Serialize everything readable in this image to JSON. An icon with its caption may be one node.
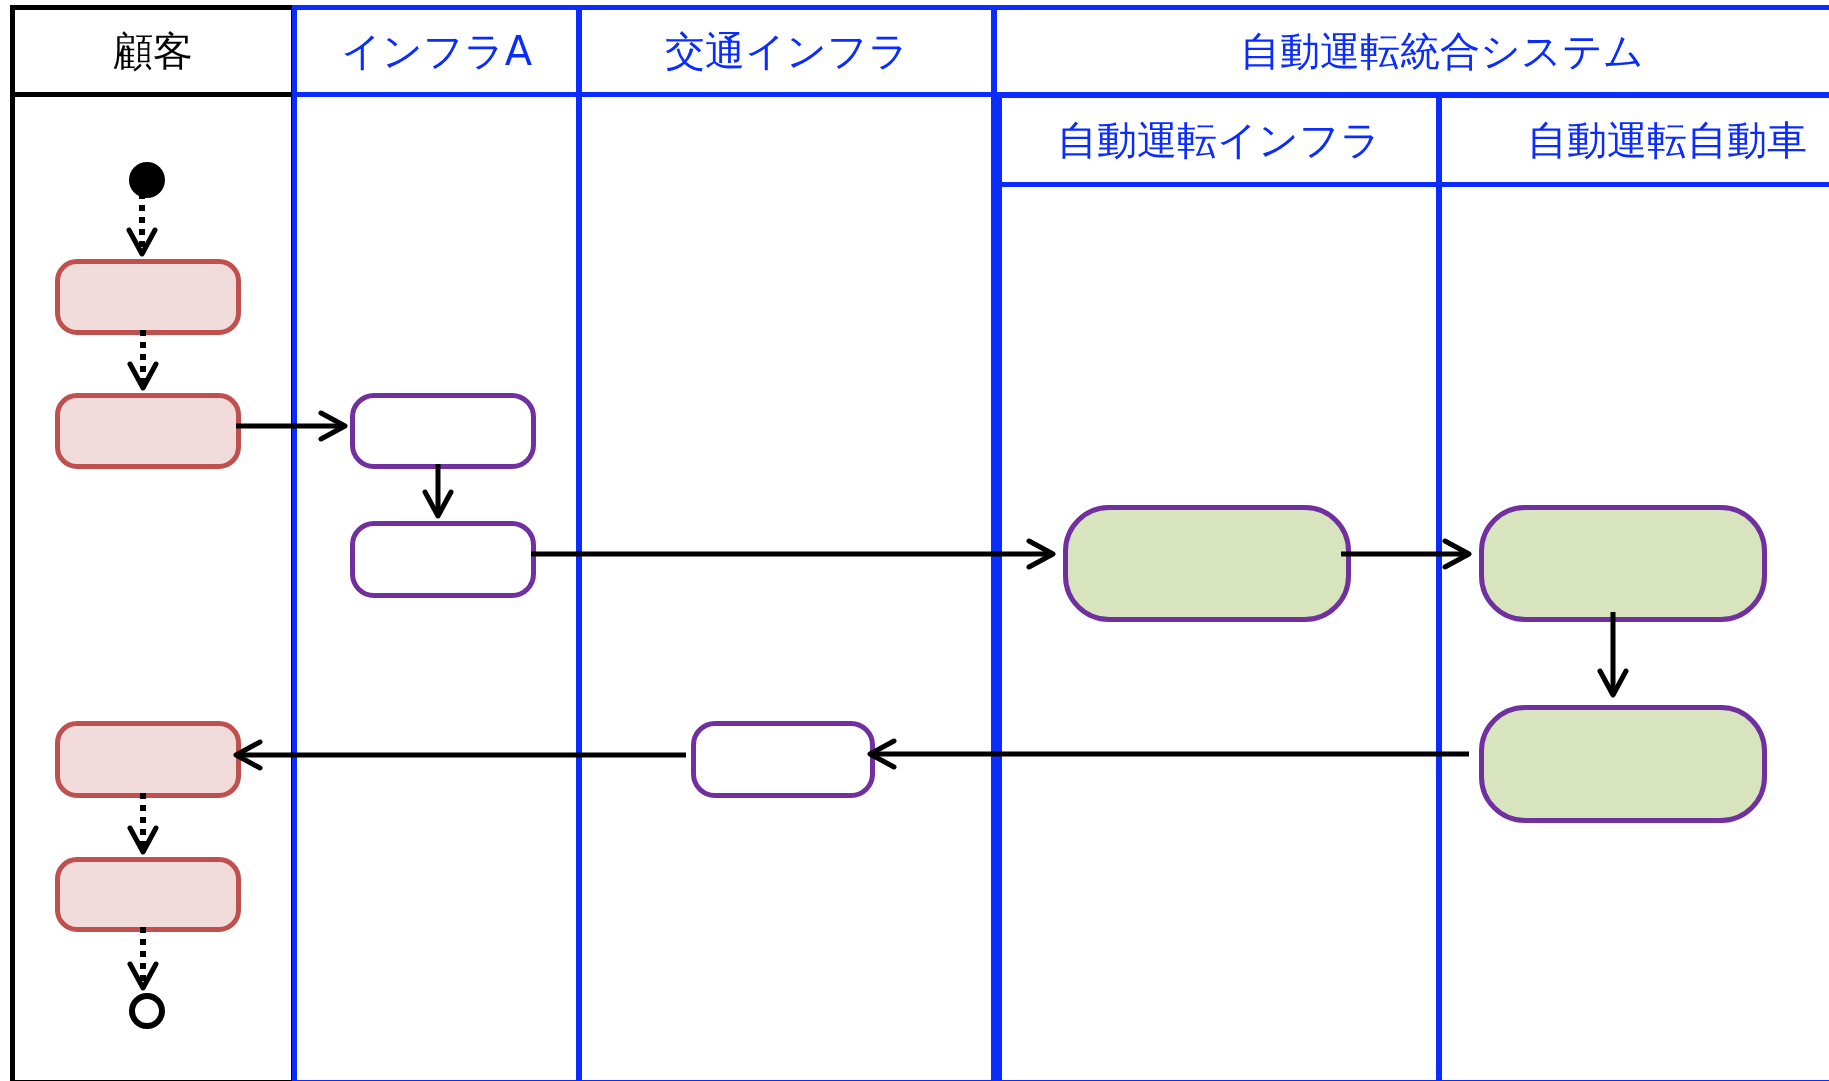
{
  "diagram": {
    "nodes": [
      {
        "text": [
          "顧客"
        ]
      },
      {
        "text": [
          "インフラA"
        ]
      },
      {
        "text": [
          "交通インフラ"
        ]
      },
      {
        "text": [
          "自動運転統合システム"
        ]
      },
      {
        "text": [
          "自動運転インフラ"
        ],
        "in": 3
      },
      {
        "text": [
          "自動運転自動車"
        ],
        "in": 3
      },
      {
        "text": [],
        "shape": "circle",
        "in": 0
      },
      {
        "text": [],
        "shape": "box",
        "in": 0
      },
      {
        "text": [],
        "shape": "box",
        "in": 0
      },
      {
        "text": [],
        "shape": "box",
        "in": 1
      },
      {
        "text": [],
        "shape": "box",
        "in": 1
      },
      {
        "text": [],
        "shape": "box",
        "in": 4
      },
      {
        "text": [],
        "shape": "box",
        "in": 5
      },
      {
        "text": [],
        "shape": "box",
        "in": 5
      },
      {
        "text": [],
        "shape": "box",
        "in": 2
      },
      {
        "text": [],
        "shape": "box",
        "in": 0
      },
      {
        "text": [],
        "shape": "box",
        "in": 0
      },
      {
        "text": [],
        "shape": "circle",
        "in": 0
      }
    ],
    "edges": [
      {
        "from": 6,
        "to": 7,
        "arrow": "to",
        "style": "dashed"
      },
      {
        "from": 7,
        "to": 8,
        "arrow": "to",
        "style": "dashed"
      },
      {
        "from": 8,
        "to": 9,
        "arrow": "to"
      },
      {
        "from": 9,
        "to": 10,
        "arrow": "to"
      },
      {
        "from": 10,
        "to": 11,
        "arrow": "to"
      },
      {
        "from": 11,
        "to": 12,
        "arrow": "to"
      },
      {
        "from": 12,
        "to": 13,
        "arrow": "to"
      },
      {
        "from": 13,
        "to": 14,
        "arrow": "to"
      },
      {
        "from": 14,
        "to": 15,
        "arrow": "to"
      },
      {
        "from": 15,
        "to": 16,
        "arrow": "to",
        "style": "dashed"
      },
      {
        "from": 16,
        "to": 17,
        "arrow": "to",
        "style": "dashed"
      }
    ]
  }
}
